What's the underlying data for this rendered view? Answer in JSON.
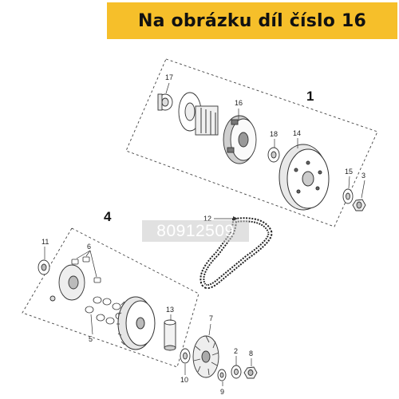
{
  "header": {
    "title": "Na obrázku díl číslo 16"
  },
  "watermark": {
    "code": "80912509"
  },
  "assembly_labels": {
    "clutch_group": "1",
    "variator_group": "4"
  },
  "part_labels": {
    "p17": "17",
    "p16": "16",
    "p18": "18",
    "p14": "14",
    "p15": "15",
    "p3": "3",
    "p12": "12",
    "p11": "11",
    "p6": "6",
    "p5": "5",
    "p13": "13",
    "p7": "7",
    "p2": "2",
    "p8": "8",
    "p9": "9",
    "p10": "10"
  },
  "colors": {
    "banner": "#f6bf2a",
    "line": "#333333"
  }
}
